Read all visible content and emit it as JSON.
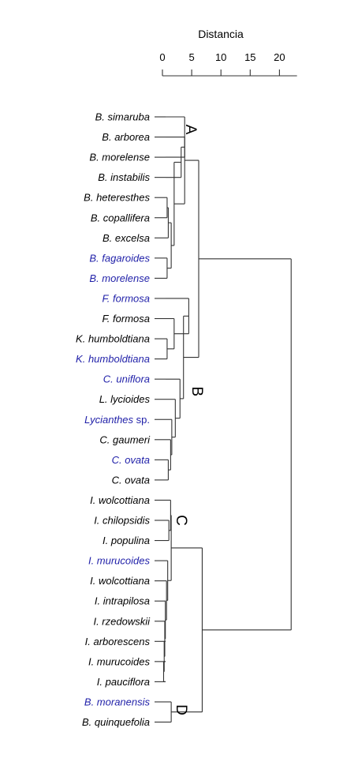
{
  "scale": {
    "title": "Distancia",
    "ticks": [
      0,
      5,
      10,
      15,
      20
    ],
    "max": 23
  },
  "colors": {
    "black": "#000000",
    "blue": "#1f1fa8",
    "line": "#333333"
  },
  "leaves": [
    {
      "id": "L1",
      "genus": "B.",
      "name": "simaruba",
      "suffix": "",
      "color": "black"
    },
    {
      "id": "L2",
      "genus": "B.",
      "name": "arborea",
      "suffix": "",
      "color": "black"
    },
    {
      "id": "L3",
      "genus": "B.",
      "name": "morelense",
      "suffix": "",
      "color": "black"
    },
    {
      "id": "L4",
      "genus": "B.",
      "name": "instabilis",
      "suffix": "",
      "color": "black"
    },
    {
      "id": "L5",
      "genus": "B.",
      "name": "heteresthes",
      "suffix": "",
      "color": "black"
    },
    {
      "id": "L6",
      "genus": "B.",
      "name": "copallifera",
      "suffix": "",
      "color": "black"
    },
    {
      "id": "L7",
      "genus": "B.",
      "name": "excelsa",
      "suffix": "",
      "color": "black"
    },
    {
      "id": "L8",
      "genus": "B.",
      "name": "fagaroides",
      "suffix": "",
      "color": "blue"
    },
    {
      "id": "L9",
      "genus": "B.",
      "name": "morelense",
      "suffix": "",
      "color": "blue"
    },
    {
      "id": "L10",
      "genus": "F.",
      "name": "formosa",
      "suffix": "",
      "color": "blue"
    },
    {
      "id": "L11",
      "genus": "F.",
      "name": "formosa",
      "suffix": "",
      "color": "black"
    },
    {
      "id": "L12",
      "genus": "K.",
      "name": "humboldtiana",
      "suffix": "",
      "color": "black"
    },
    {
      "id": "L13",
      "genus": "K.",
      "name": "humboldtiana",
      "suffix": "",
      "color": "blue"
    },
    {
      "id": "L14",
      "genus": "C.",
      "name": "uniflora",
      "suffix": "",
      "color": "blue"
    },
    {
      "id": "L15",
      "genus": "L.",
      "name": "lycioides",
      "suffix": "",
      "color": "black"
    },
    {
      "id": "L16",
      "genus": "",
      "name": "Lycianthes",
      "suffix": " sp.",
      "color": "blue"
    },
    {
      "id": "L17",
      "genus": "C.",
      "name": "gaumeri",
      "suffix": "",
      "color": "black"
    },
    {
      "id": "L18",
      "genus": "C.",
      "name": "ovata",
      "suffix": "",
      "color": "blue"
    },
    {
      "id": "L19",
      "genus": "C.",
      "name": "ovata",
      "suffix": "",
      "color": "black"
    },
    {
      "id": "L20",
      "genus": "I.",
      "name": "wolcottiana",
      "suffix": "",
      "color": "black"
    },
    {
      "id": "L21",
      "genus": "I.",
      "name": "chilopsidis",
      "suffix": "",
      "color": "black"
    },
    {
      "id": "L22",
      "genus": "I.",
      "name": "populina",
      "suffix": "",
      "color": "black"
    },
    {
      "id": "L23",
      "genus": "I.",
      "name": "murucoides",
      "suffix": "",
      "color": "blue"
    },
    {
      "id": "L24",
      "genus": "I.",
      "name": "wolcottiana",
      "suffix": "",
      "color": "black"
    },
    {
      "id": "L25",
      "genus": "I.",
      "name": "intrapilosa",
      "suffix": "",
      "color": "black"
    },
    {
      "id": "L26",
      "genus": "I.",
      "name": "rzedowskii",
      "suffix": "",
      "color": "black"
    },
    {
      "id": "L27",
      "genus": "I.",
      "name": "arborescens",
      "suffix": "",
      "color": "black"
    },
    {
      "id": "L28",
      "genus": "I.",
      "name": "murucoides",
      "suffix": "",
      "color": "black"
    },
    {
      "id": "L29",
      "genus": "I.",
      "name": "pauciflora",
      "suffix": "",
      "color": "black"
    },
    {
      "id": "L30",
      "genus": "B.",
      "name": "moranensis",
      "suffix": "",
      "color": "blue"
    },
    {
      "id": "L31",
      "genus": "B.",
      "name": "quinquefolia",
      "suffix": "",
      "color": "black"
    }
  ],
  "merges": [
    {
      "id": "N1",
      "children": [
        "L2",
        "L3"
      ],
      "height": 3.8
    },
    {
      "id": "N2",
      "children": [
        "N1",
        "L4"
      ],
      "height": 3.2
    },
    {
      "id": "N3",
      "children": [
        "L5",
        "L6"
      ],
      "height": 0.8
    },
    {
      "id": "N4",
      "children": [
        "N3",
        "L7"
      ],
      "height": 1.0
    },
    {
      "id": "N5",
      "children": [
        "L8",
        "L9"
      ],
      "height": 0.8
    },
    {
      "id": "N6",
      "children": [
        "N4",
        "N5"
      ],
      "height": 1.5
    },
    {
      "id": "N7",
      "children": [
        "N2",
        "N6"
      ],
      "height": 2.0
    },
    {
      "id": "N8",
      "children": [
        "L1",
        "N7"
      ],
      "height": 3.8
    },
    {
      "id": "N9",
      "children": [
        "L12",
        "L13"
      ],
      "height": 0.8
    },
    {
      "id": "N10",
      "children": [
        "L11",
        "N9"
      ],
      "height": 2.0
    },
    {
      "id": "N11",
      "children": [
        "L10",
        "N10"
      ],
      "height": 4.5
    },
    {
      "id": "N12",
      "children": [
        "L18",
        "L19"
      ],
      "height": 1.0
    },
    {
      "id": "N13",
      "children": [
        "L17",
        "N12"
      ],
      "height": 1.4
    },
    {
      "id": "N14",
      "children": [
        "L16",
        "N13"
      ],
      "height": 1.6
    },
    {
      "id": "N15",
      "children": [
        "L15",
        "N14"
      ],
      "height": 2.2
    },
    {
      "id": "N16",
      "children": [
        "L14",
        "N15"
      ],
      "height": 3.0
    },
    {
      "id": "N17",
      "children": [
        "N11",
        "N16"
      ],
      "height": 3.6
    },
    {
      "id": "N18",
      "children": [
        "N8",
        "N17"
      ],
      "height": 6.2
    },
    {
      "id": "N19",
      "children": [
        "L21",
        "L22"
      ],
      "height": 1.1
    },
    {
      "id": "N20",
      "children": [
        "L20",
        "N19"
      ],
      "height": 1.4
    },
    {
      "id": "N21",
      "children": [
        "L28",
        "L29"
      ],
      "height": 0.2
    },
    {
      "id": "N22",
      "children": [
        "L27",
        "N21"
      ],
      "height": 0.3
    },
    {
      "id": "N23",
      "children": [
        "L26",
        "N22"
      ],
      "height": 0.4
    },
    {
      "id": "N24",
      "children": [
        "L25",
        "N23"
      ],
      "height": 0.5
    },
    {
      "id": "N25",
      "children": [
        "L24",
        "N24"
      ],
      "height": 0.7
    },
    {
      "id": "N26",
      "children": [
        "L23",
        "N25"
      ],
      "height": 0.9
    },
    {
      "id": "N27",
      "children": [
        "N20",
        "N26"
      ],
      "height": 1.5
    },
    {
      "id": "N28",
      "children": [
        "L30",
        "L31"
      ],
      "height": 1.5
    },
    {
      "id": "N29",
      "children": [
        "N27",
        "N28"
      ],
      "height": 6.8
    },
    {
      "id": "N30",
      "children": [
        "N18",
        "N29"
      ],
      "height": 22
    }
  ],
  "clusters": [
    {
      "label": "A",
      "anchor": "L1"
    },
    {
      "label": "B",
      "anchor": "L15"
    },
    {
      "label": "C",
      "anchor": "L21"
    },
    {
      "label": "D",
      "anchor": "L30"
    }
  ]
}
